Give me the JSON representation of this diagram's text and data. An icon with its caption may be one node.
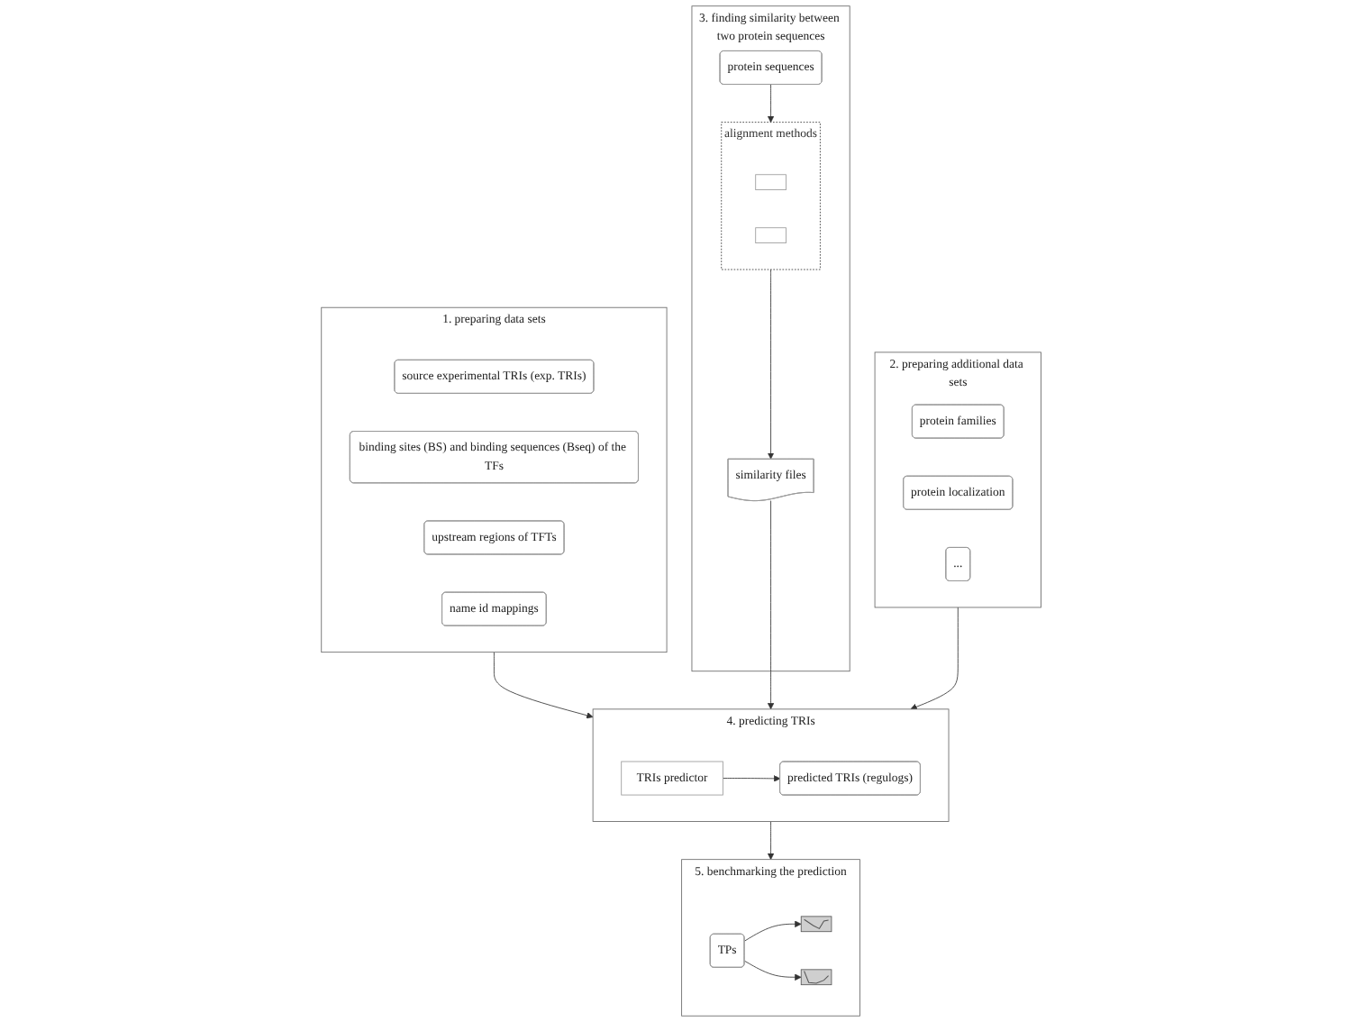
{
  "diagram": {
    "nodes": [
      {
        "text": [
          "1. preparing data sets"
        ]
      },
      {
        "text": [
          "source experimental TRIs (exp. TRIs)"
        ],
        "in": 0
      },
      {
        "text": [
          "binding sites (BS) and binding sequences (Bseq) of the TFs"
        ],
        "in": 0
      },
      {
        "text": [
          "upstream regions of TFTs"
        ],
        "in": 0
      },
      {
        "text": [
          "name id mappings"
        ],
        "in": 0
      },
      {
        "text": [
          "3. finding similarity between two protein sequences"
        ]
      },
      {
        "text": [
          "protein sequences"
        ],
        "in": 5
      },
      {
        "text": [
          "alignment methods"
        ],
        "in": 5
      },
      {
        "text": [],
        "shape": "box",
        "in": 7
      },
      {
        "text": [],
        "shape": "box",
        "in": 7
      },
      {
        "text": [
          "similarity files"
        ],
        "in": 5
      },
      {
        "text": [
          "2. preparing additional data sets"
        ]
      },
      {
        "text": [
          "protein families"
        ],
        "in": 11
      },
      {
        "text": [
          "protein localization"
        ],
        "in": 11
      },
      {
        "text": [
          "..."
        ],
        "in": 11
      },
      {
        "text": [
          "4. predicting TRIs"
        ]
      },
      {
        "text": [
          "TRIs predictor"
        ],
        "in": 15
      },
      {
        "text": [
          "predicted TRIs (regulogs)"
        ],
        "in": 15
      },
      {
        "text": [
          "5. benchmarking the prediction"
        ]
      },
      {
        "text": [
          "TPs"
        ],
        "in": 18
      },
      {
        "text": [],
        "shape": "picture",
        "in": 18
      },
      {
        "text": [],
        "shape": "picture",
        "in": 18
      }
    ],
    "edges": [
      {
        "from": 0,
        "to": 15,
        "arrow": "to"
      },
      {
        "from": 6,
        "to": 7,
        "arrow": "to"
      },
      {
        "from": 7,
        "to": 10,
        "arrow": "to"
      },
      {
        "from": 10,
        "to": 15,
        "arrow": "to"
      },
      {
        "from": 11,
        "to": 15,
        "arrow": "to"
      },
      {
        "from": 16,
        "to": 17,
        "arrow": "to"
      },
      {
        "from": 15,
        "to": 18,
        "arrow": "to"
      },
      {
        "from": 19,
        "to": 20,
        "arrow": "to"
      },
      {
        "from": 19,
        "to": 21,
        "arrow": "to"
      }
    ]
  }
}
